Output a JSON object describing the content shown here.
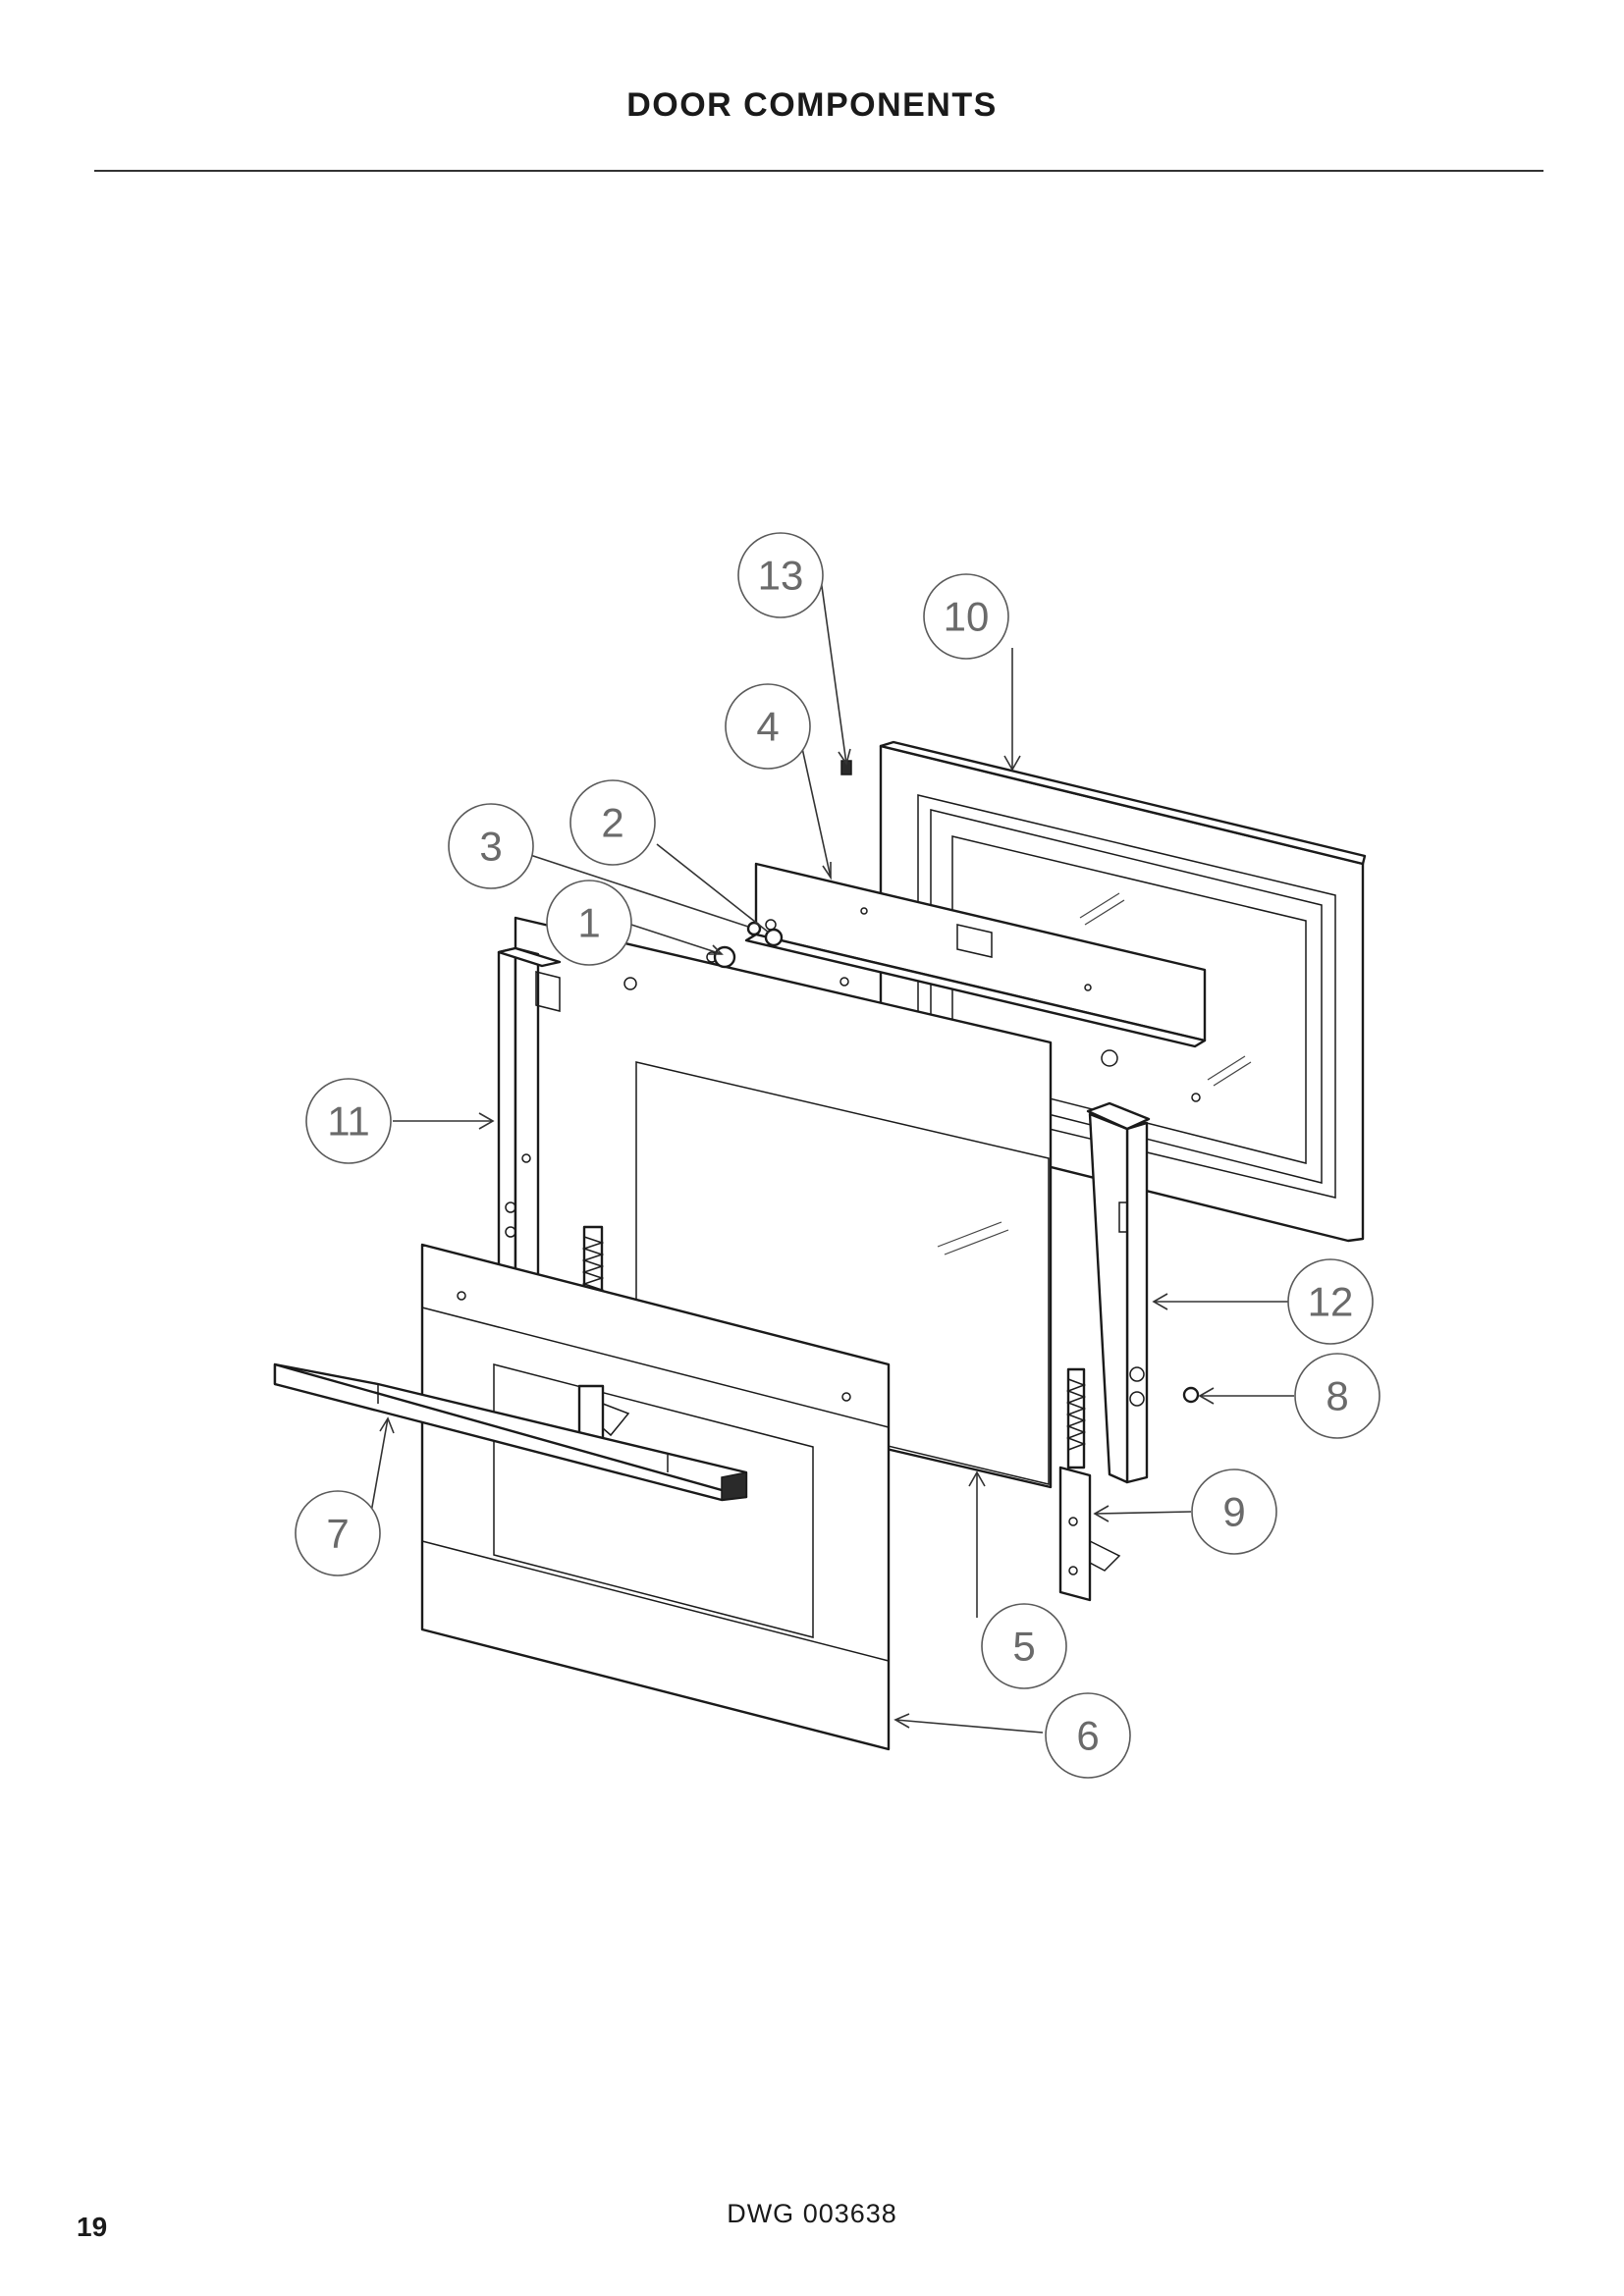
{
  "page": {
    "title": "DOOR COMPONENTS",
    "drawing_number": "DWG 003638",
    "page_number": "19"
  },
  "callouts": [
    {
      "id": "callout-1",
      "label": "1"
    },
    {
      "id": "callout-2",
      "label": "2"
    },
    {
      "id": "callout-3",
      "label": "3"
    },
    {
      "id": "callout-4",
      "label": "4"
    },
    {
      "id": "callout-5",
      "label": "5"
    },
    {
      "id": "callout-6",
      "label": "6"
    },
    {
      "id": "callout-7",
      "label": "7"
    },
    {
      "id": "callout-8",
      "label": "8"
    },
    {
      "id": "callout-9",
      "label": "9"
    },
    {
      "id": "callout-10",
      "label": "10"
    },
    {
      "id": "callout-11",
      "label": "11"
    },
    {
      "id": "callout-12",
      "label": "12"
    },
    {
      "id": "callout-13",
      "label": "13"
    }
  ]
}
